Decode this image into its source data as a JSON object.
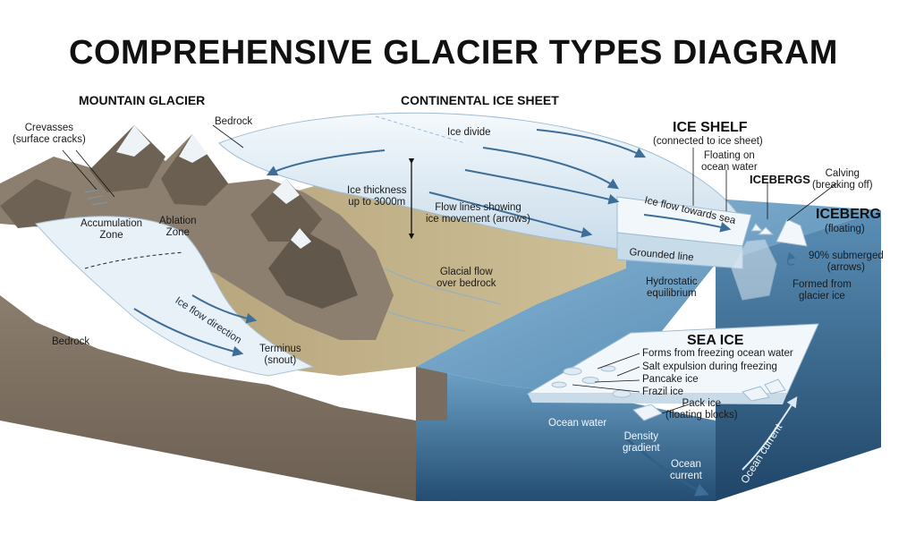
{
  "title": "COMPREHENSIVE GLACIER TYPES DIAGRAM",
  "sections": {
    "mountain_glacier": "MOUNTAIN GLACIER",
    "continental_ice_sheet": "CONTINENTAL ICE SHEET",
    "ice_shelf": "ICE SHELF",
    "icebergs": "ICEBERGS",
    "iceberg": "ICEBERG",
    "sea_ice": "SEA ICE"
  },
  "labels": {
    "crevasses": "Crevasses\n(surface cracks)",
    "bedrock_top": "Bedrock",
    "accumulation_zone": "Accumulation\nZone",
    "ablation_zone": "Ablation\nZone",
    "ice_flow_direction": "Ice flow direction",
    "terminus": "Terminus\n(snout)",
    "bedrock_left": "Bedrock",
    "ice_divide": "Ice divide",
    "ice_thickness": "Ice thickness\nup to 3000m",
    "flow_lines": "Flow lines showing\nice movement (arrows)",
    "glacial_flow": "Glacial flow\nover bedrock",
    "ice_flow_towards_sea": "Ice flow towards sea",
    "grounded_line": "Grounded line",
    "hydrostatic": "Hydrostatic\nequilibrium",
    "ice_shelf_sub": "(connected to ice sheet)",
    "floating_on_ocean": "Floating on\nocean water",
    "calving": "Calving\n(breaking off)",
    "iceberg_sub": "(floating)",
    "submerged": "90% submerged\n(arrows)",
    "formed_from": "Formed from\nglacier ice",
    "forms_from_freezing": "Forms from freezing ocean water",
    "salt_expulsion": "Salt expulsion during freezing",
    "pancake_ice": "Pancake ice",
    "frazil_ice": "Frazil ice",
    "pack_ice": "Pack ice\n(floating blocks)",
    "ocean_water": "Ocean water",
    "density_gradient": "Density\ngradient",
    "ocean_current_front": "Ocean\ncurrent",
    "ocean_current_side": "Ocean current"
  },
  "colors": {
    "ocean": "#5f95bd",
    "ocean_deep": "#2f5f86",
    "ice": "#e6f0f7",
    "ice_shadow": "#bcd3e5",
    "rock": "#8a7a68",
    "rock_dark": "#5e5246",
    "land": "#c8b98e",
    "arrow": "#3d6e99"
  }
}
